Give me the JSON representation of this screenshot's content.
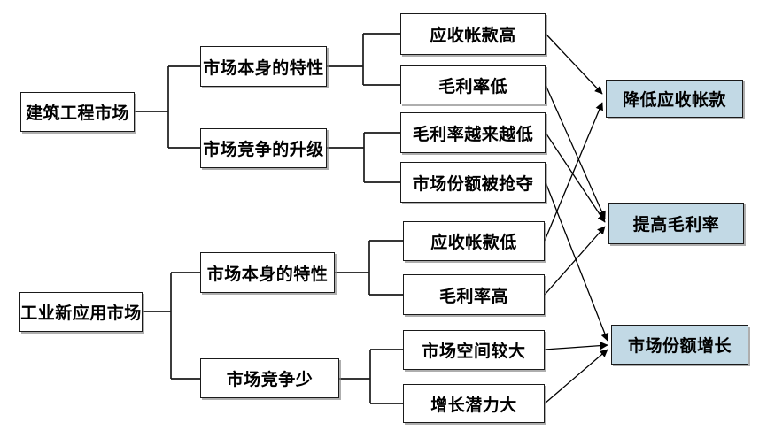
{
  "colors": {
    "background": "#ffffff",
    "box_fill": "#ffffff",
    "goal_fill": "#c2d9e5",
    "border": "#1a1a1a",
    "line": "#000000",
    "text": "#000000"
  },
  "nodes": [
    {
      "id": "a1",
      "label": "建筑工程市场",
      "type": "market"
    },
    {
      "id": "a2",
      "label": "工业新应用市场",
      "type": "market"
    },
    {
      "id": "b1",
      "label": "市场本身的特性",
      "type": "category"
    },
    {
      "id": "b2",
      "label": "市场竞争的升级",
      "type": "category"
    },
    {
      "id": "b3",
      "label": "市场本身的特性",
      "type": "category"
    },
    {
      "id": "b4",
      "label": "市场竞争少",
      "type": "category"
    },
    {
      "id": "c1",
      "label": "应收帐款高",
      "type": "observation"
    },
    {
      "id": "c2",
      "label": "毛利率低",
      "type": "observation"
    },
    {
      "id": "c3",
      "label": "毛利率越来越低",
      "type": "observation"
    },
    {
      "id": "c4",
      "label": "市场份额被抢夺",
      "type": "observation"
    },
    {
      "id": "c5",
      "label": "应收帐款低",
      "type": "observation"
    },
    {
      "id": "c6",
      "label": "毛利率高",
      "type": "observation"
    },
    {
      "id": "c7",
      "label": "市场空间较大",
      "type": "observation"
    },
    {
      "id": "c8",
      "label": "增长潜力大",
      "type": "observation"
    },
    {
      "id": "d1",
      "label": "降低应收帐款",
      "type": "goal"
    },
    {
      "id": "d2",
      "label": "提高毛利率",
      "type": "goal"
    },
    {
      "id": "d3",
      "label": "市场份额增长",
      "type": "goal"
    }
  ],
  "connections": {
    "tree": [
      [
        "建筑工程市场",
        "市场本身的特性"
      ],
      [
        "建筑工程市场",
        "市场竞争的升级"
      ],
      [
        "市场本身的特性",
        "应收帐款高"
      ],
      [
        "市场本身的特性",
        "毛利率低"
      ],
      [
        "市场竞争的升级",
        "毛利率越来越低"
      ],
      [
        "市场竞争的升级",
        "市场份额被抢夺"
      ],
      [
        "工业新应用市场",
        "市场本身的特性"
      ],
      [
        "工业新应用市场",
        "市场竞争少"
      ],
      [
        "市场本身的特性",
        "应收帐款低"
      ],
      [
        "市场本身的特性",
        "毛利率高"
      ],
      [
        "市场竞争少",
        "市场空间较大"
      ],
      [
        "市场竞争少",
        "增长潜力大"
      ]
    ],
    "arrows": [
      [
        "应收帐款高",
        "降低应收帐款"
      ],
      [
        "毛利率低",
        "提高毛利率"
      ],
      [
        "毛利率越来越低",
        "提高毛利率"
      ],
      [
        "市场份额被抢夺",
        "市场份额增长"
      ],
      [
        "应收帐款低",
        "降低应收帐款"
      ],
      [
        "毛利率高",
        "提高毛利率"
      ],
      [
        "市场空间较大",
        "市场份额增长"
      ],
      [
        "增长潜力大",
        "市场份额增长"
      ]
    ]
  }
}
